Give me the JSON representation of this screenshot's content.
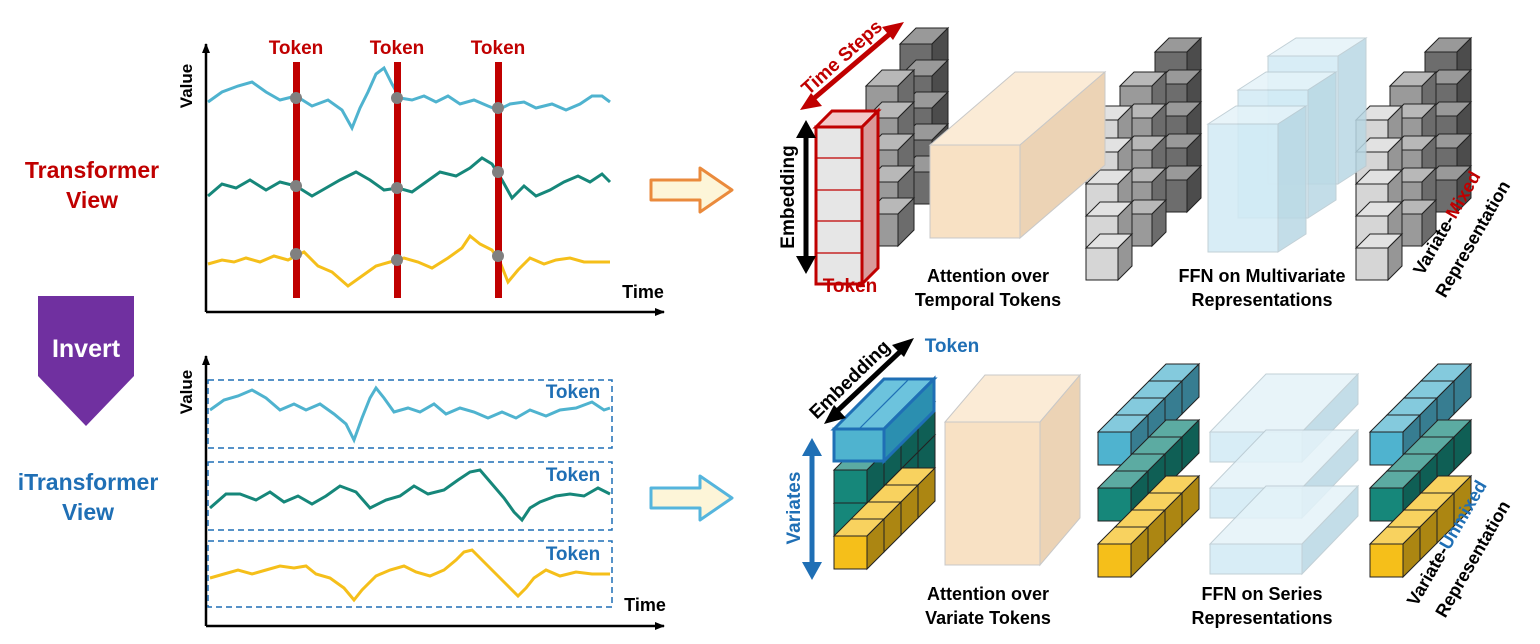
{
  "left": {
    "transformer_view": [
      "Transformer",
      "View"
    ],
    "itransformer_view": [
      "iTransformer",
      "View"
    ],
    "invert": "Invert",
    "top_plot": {
      "y_axis": "Value",
      "x_axis": "Time",
      "token": "Token"
    },
    "bottom_plot": {
      "y_axis": "Value",
      "x_axis": "Time",
      "token": "Token"
    }
  },
  "top_pipeline": {
    "time_steps": "Time Steps",
    "embedding": "Embedding",
    "token": "Token",
    "attention": [
      "Attention over",
      "Temporal Tokens"
    ],
    "ffn": [
      "FFN on Multivariate",
      "Representations"
    ],
    "rep_prefix": "Variate-",
    "rep_highlight": "Mixed",
    "rep_suffix": "Representation"
  },
  "bottom_pipeline": {
    "embedding": "Embedding",
    "token": "Token",
    "variates": "Variates",
    "attention": [
      "Attention over",
      "Variate Tokens"
    ],
    "ffn": [
      "FFN on Series",
      "Representations"
    ],
    "rep_prefix": "Variate-",
    "rep_highlight": "Unmixed",
    "rep_suffix": "Representation"
  },
  "colors": {
    "transformer_red": "#c00000",
    "itransformer_blue": "#1f6fb5",
    "invert_purple": "#7030a0",
    "series_light_blue": "#4fb3cf",
    "series_teal": "#16877a",
    "series_yellow": "#f5bf1a",
    "attention_box": "#f8e1c4",
    "ffn_box": "#d2ebf5",
    "arrow_orange": "#ea8a3c",
    "arrow_blue": "#55b5dd"
  }
}
